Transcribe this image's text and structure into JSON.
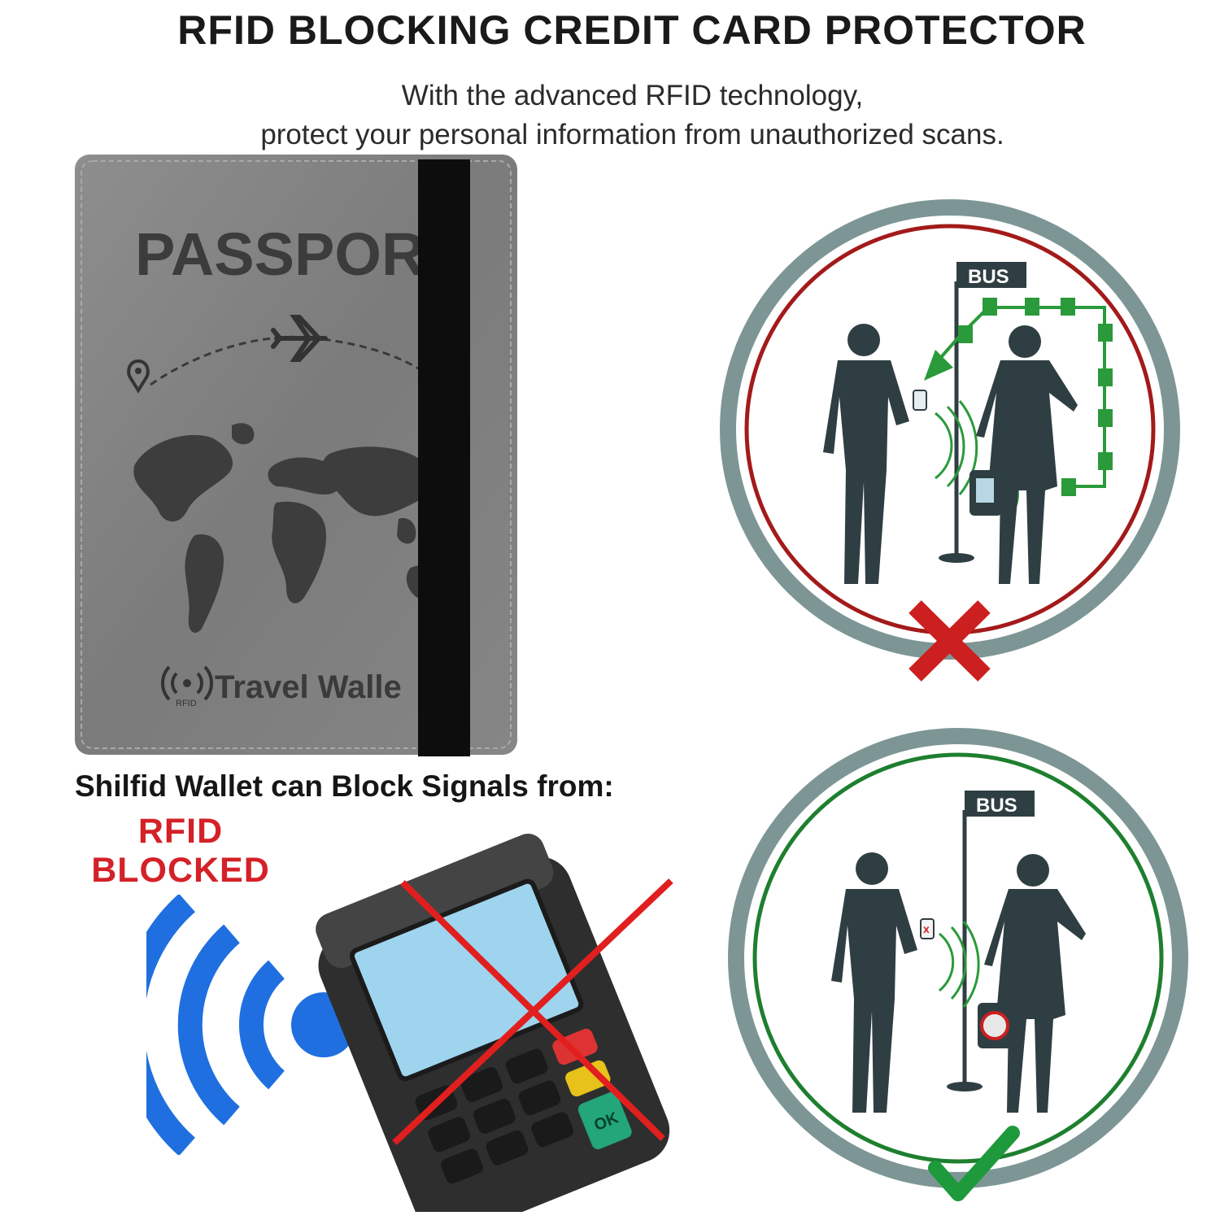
{
  "header": {
    "title": "RFID BLOCKING CREDIT CARD PROTECTOR",
    "subtitle_line1": "With the advanced RFID technology,",
    "subtitle_line2": "protect your personal information from unauthorized scans."
  },
  "passport": {
    "cover_word": "PASSPOR",
    "brand_text": "Travel Walle",
    "rfid_text": "RFID"
  },
  "blocking": {
    "label": "Shilfid Wallet can Block Signals from:",
    "badge_line1": "RFID",
    "badge_line2": "BLOCKED"
  },
  "scenes": {
    "unprotected_sign": "BUS",
    "protected_sign": "BUS",
    "terminal_ok": "OK"
  },
  "colors": {
    "cover_gray": "#848484",
    "danger_red": "#cc1f1f",
    "safe_green": "#1e9a3c",
    "signal_blue": "#1f6fe0",
    "ring_gray": "#7d9695",
    "silhouette": "#2f3e42"
  }
}
